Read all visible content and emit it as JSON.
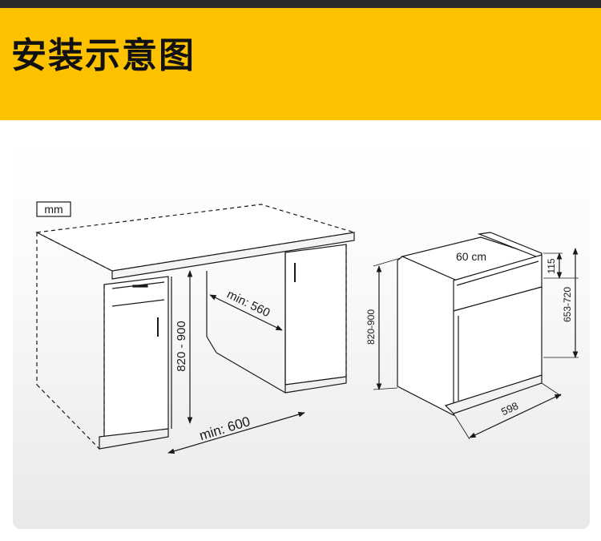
{
  "header": {
    "title": "安装示意图"
  },
  "diagram": {
    "unit": "mm",
    "cabinet_height": "820 - 900",
    "niche_depth": "min: 560",
    "niche_width": "min: 600",
    "appliance_width_label": "60 cm",
    "appliance_height": "820-900",
    "panel_height": "115",
    "door_height": "653-720",
    "appliance_width": "598"
  },
  "colors": {
    "header_band": "#fcc200",
    "top_bar": "#2b2b2b",
    "line": "#1a1a1a"
  }
}
